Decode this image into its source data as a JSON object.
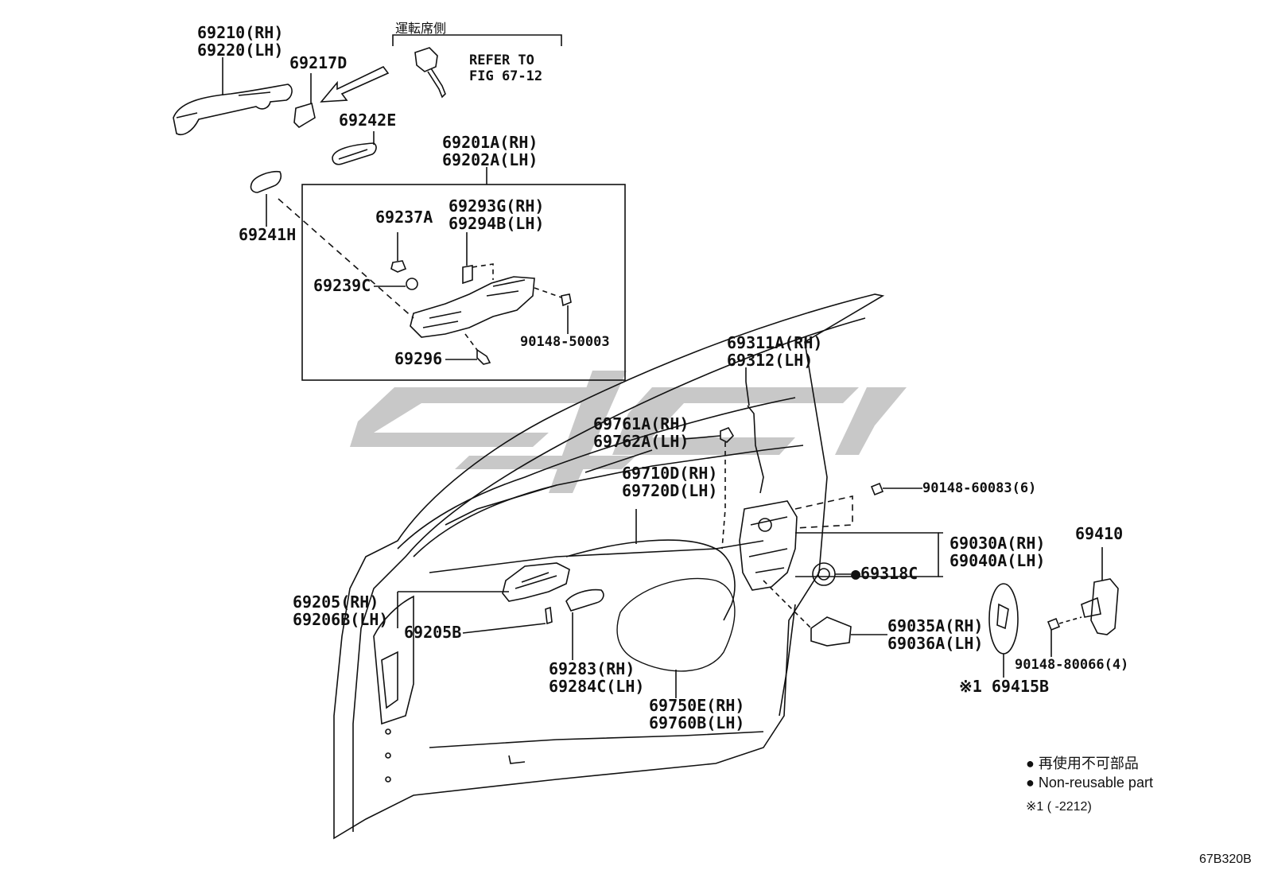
{
  "header_note": {
    "jp": "運転席側",
    "refer": [
      "REFER TO",
      "FIG 67-12"
    ]
  },
  "labels": [
    {
      "id": "69210",
      "lines": [
        "69210(RH)",
        "69220(LH)"
      ]
    },
    {
      "id": "69217D",
      "lines": [
        "69217D"
      ]
    },
    {
      "id": "69242E",
      "lines": [
        "69242E"
      ]
    },
    {
      "id": "69201A",
      "lines": [
        "69201A(RH)",
        "69202A(LH)"
      ]
    },
    {
      "id": "69237A",
      "lines": [
        "69237A"
      ]
    },
    {
      "id": "69293G",
      "lines": [
        "69293G(RH)",
        "69294B(LH)"
      ]
    },
    {
      "id": "69241H",
      "lines": [
        "69241H"
      ]
    },
    {
      "id": "69239C",
      "lines": [
        "69239C"
      ]
    },
    {
      "id": "90148-50003",
      "lines": [
        "90148-50003"
      ]
    },
    {
      "id": "69296",
      "lines": [
        "69296"
      ]
    },
    {
      "id": "69311A",
      "lines": [
        "69311A(RH)",
        "69312(LH)"
      ]
    },
    {
      "id": "69761A",
      "lines": [
        "69761A(RH)",
        "69762A(LH)"
      ]
    },
    {
      "id": "69710D",
      "lines": [
        "69710D(RH)",
        "69720D(LH)"
      ]
    },
    {
      "id": "90148-60083",
      "lines": [
        "90148-60083(6)"
      ]
    },
    {
      "id": "69410",
      "lines": [
        "69410"
      ]
    },
    {
      "id": "69030A",
      "lines": [
        "69030A(RH)",
        "69040A(LH)"
      ]
    },
    {
      "id": "69318C",
      "lines": [
        "●69318C"
      ]
    },
    {
      "id": "69205",
      "lines": [
        "69205(RH)",
        "69206B(LH)"
      ]
    },
    {
      "id": "69205B",
      "lines": [
        "69205B"
      ]
    },
    {
      "id": "69035A",
      "lines": [
        "69035A(RH)",
        "69036A(LH)"
      ]
    },
    {
      "id": "90148-80066",
      "lines": [
        "90148-80066(4)"
      ]
    },
    {
      "id": "69283",
      "lines": [
        "69283(RH)",
        "69284C(LH)"
      ]
    },
    {
      "id": "69750E",
      "lines": [
        "69750E(RH)",
        "69760B(LH)"
      ]
    },
    {
      "id": "69415B",
      "lines": [
        "※1 69415B"
      ]
    }
  ],
  "legend": {
    "line1": "● 再使用不可部品",
    "line2": "● Non-reusable part",
    "line3": "※1 (       -2212)"
  },
  "figure_code": "67B320B",
  "colors": {
    "ink": "#111111",
    "watermark": "#c8c8c8"
  }
}
